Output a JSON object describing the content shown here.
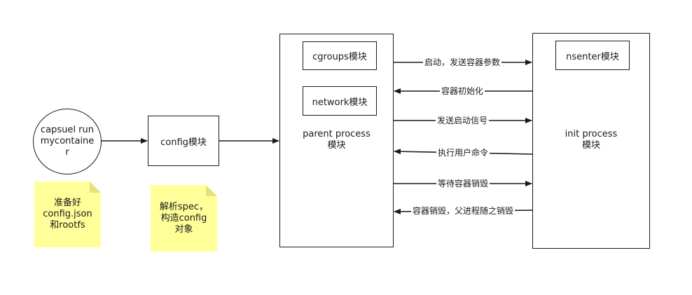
{
  "nodes": {
    "capsuel_run": "capsuel run\nmycontaine\nr",
    "config_module": "config模块",
    "parent_process": "parent process\n模块",
    "cgroups_module": "cgroups模块",
    "network_module": "network模块",
    "init_process": "init process\n模块",
    "nsenter_module": "nsenter模块"
  },
  "notes": {
    "prepare": "准备好\nconfig.json\n和rootfs",
    "parse": "解析spec，\n构造config\n对象"
  },
  "edge_labels": {
    "start_send_params": "启动，发送容器参数",
    "container_init": "容器初始化",
    "send_start_signal": "发送启动信号",
    "exec_user_cmd": "执行用户命令",
    "wait_destroy": "等待容器销毁",
    "destroy_parent_exit": "容器销毁，父进程随之销毁"
  },
  "colors": {
    "line": "#1a1a1a",
    "note_fill": "#ffff99"
  }
}
